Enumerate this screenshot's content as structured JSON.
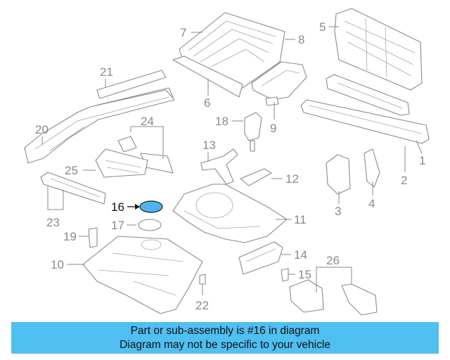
{
  "diagram": {
    "callouts": [
      "1",
      "2",
      "3",
      "4",
      "5",
      "6",
      "7",
      "8",
      "9",
      "10",
      "11",
      "12",
      "13",
      "14",
      "15",
      "16",
      "17",
      "18",
      "19",
      "20",
      "21",
      "22",
      "23",
      "24",
      "25",
      "26"
    ],
    "highlighted_callout": "16",
    "highlight_color": "#4fb4ee",
    "part_stroke_color": "#8a8a8a"
  },
  "banner": {
    "line1": "Part or sub-assembly is #16 in diagram",
    "line2": "Diagram may not be specific to your vehicle",
    "background_color": "#50bff2"
  }
}
